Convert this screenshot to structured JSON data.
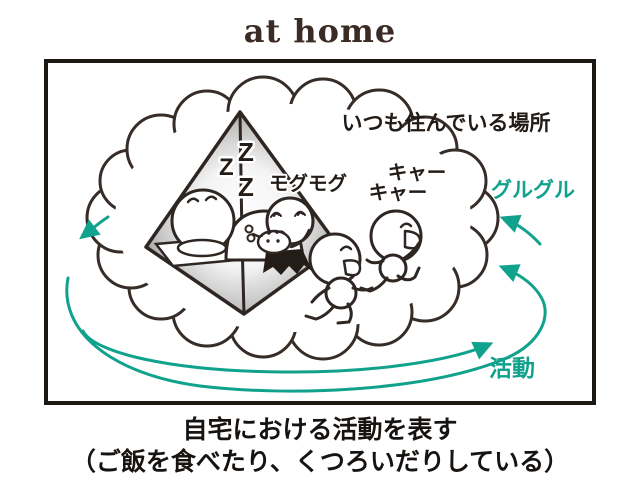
{
  "title": "at home",
  "labels": {
    "home_place": "いつも住んでいる場所",
    "sleep_z": [
      "Z",
      "Z",
      "Z"
    ],
    "munch": "モグモグ",
    "squeal_line1": "キャー",
    "squeal_line2": "キャー",
    "spin": "グルグル",
    "activity": "活動"
  },
  "caption": {
    "line1": "自宅における活動を表す",
    "line2": "（ご飯を食べたり、くつろいだりしている）"
  },
  "colors": {
    "accent_teal": "#10A28C",
    "line_dark": "#362C28",
    "pyramid_shade": "#5f5f5f"
  }
}
